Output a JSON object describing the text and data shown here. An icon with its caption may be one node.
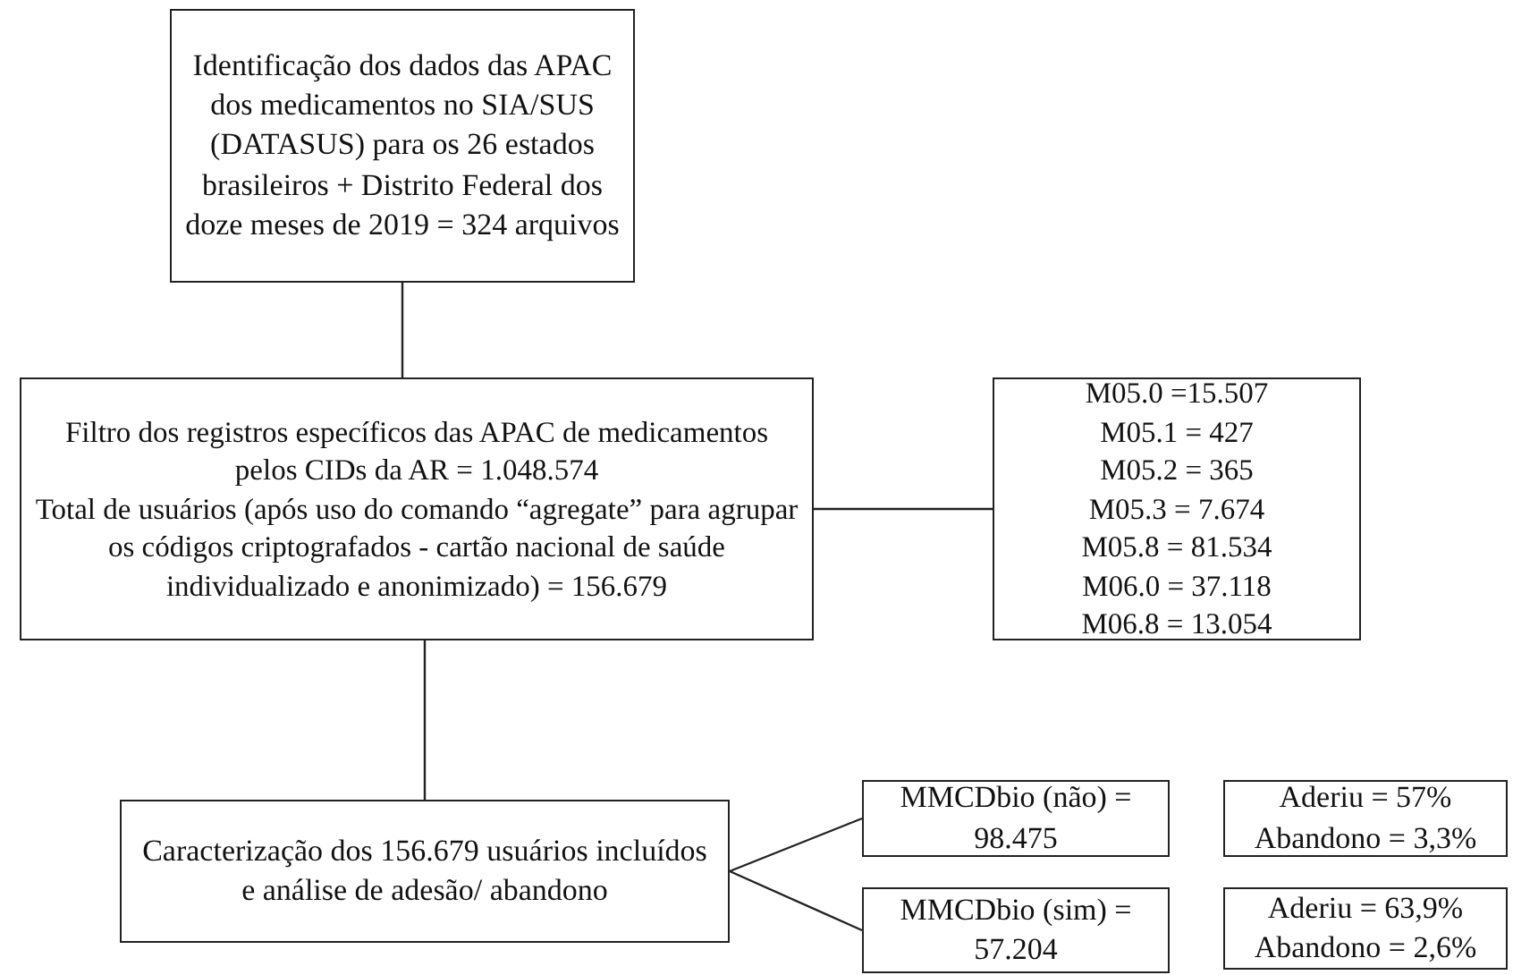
{
  "diagram": {
    "nodes": [
      {
        "text": [
          "Identificação dos dados das APAC dos medicamentos no SIA/SUS (DATASUS) para os 26 estados brasileiros + Distrito Federal dos doze meses de 2019 = 324 arquivos"
        ]
      },
      {
        "text": [
          "Filtro dos registros específicos das APAC de medicamentos pelos CIDs da AR = 1.048.574",
          "Total de usuários (após uso do comando “agregate” para agrupar os códigos criptografados - cartão nacional de saúde individualizado e anonimizado) = 156.679"
        ]
      },
      {
        "text": [
          "M05.0 =15.507",
          "M05.1 = 427",
          "M05.2 = 365",
          "M05.3 = 7.674",
          "M05.8 = 81.534",
          "M06.0 = 37.118",
          "M06.8 = 13.054"
        ]
      },
      {
        "text": [
          "Caracterização dos 156.679 usuários incluídos e análise de adesão/ abandono"
        ]
      },
      {
        "text": [
          "MMCDbio (não) = 98.475"
        ]
      },
      {
        "text": [
          "Aderiu = 57%",
          "Abandono = 3,3%"
        ]
      },
      {
        "text": [
          "MMCDbio (sim) = 57.204"
        ]
      },
      {
        "text": [
          "Aderiu = 63,9%",
          "Abandono = 2,6%"
        ]
      }
    ],
    "edges": [
      {
        "from": 0,
        "to": 1,
        "arrow": "none"
      },
      {
        "from": 1,
        "to": 2,
        "arrow": "none"
      },
      {
        "from": 1,
        "to": 3,
        "arrow": "none"
      },
      {
        "from": 3,
        "to": 4,
        "arrow": "none"
      },
      {
        "from": 3,
        "to": 6,
        "arrow": "none"
      }
    ]
  }
}
